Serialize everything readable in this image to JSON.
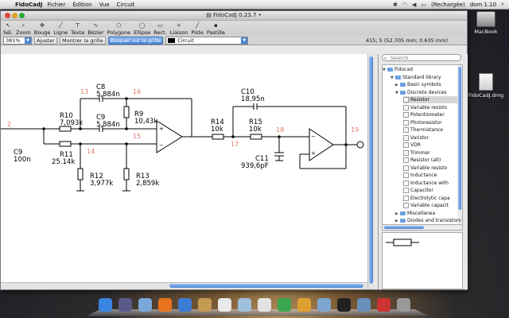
{
  "menubar": {
    "app_name": "FidoCadJ",
    "items": [
      "Fichier",
      "Édition",
      "Vue",
      "Circuit"
    ],
    "battery": "(Rechargée)",
    "clock": "dom 1.10"
  },
  "window": {
    "title": "FidoCadJ 0.23.7",
    "toolbar": [
      {
        "label": "Sél.",
        "icon": "pointer-icon"
      },
      {
        "label": "Zoom",
        "icon": "zoom-icon"
      },
      {
        "label": "Bouge",
        "icon": "move-icon"
      },
      {
        "label": "Ligne",
        "icon": "line-icon"
      },
      {
        "label": "Texte",
        "icon": "text-icon"
      },
      {
        "label": "Bézier",
        "icon": "bezier-icon"
      },
      {
        "label": "Polygone",
        "icon": "polygon-icon"
      },
      {
        "label": "Ellipse",
        "icon": "ellipse-icon"
      },
      {
        "label": "Rect.",
        "icon": "rectangle-icon"
      },
      {
        "label": "Liaison",
        "icon": "connection-icon"
      },
      {
        "label": "Piste",
        "icon": "track-icon"
      },
      {
        "label": "Pastille",
        "icon": "pad-icon"
      }
    ],
    "zoom_value": "381%",
    "fit_label": "Ajuster",
    "show_grid_label": "Montrer la grille",
    "snap_grid_label": "Bloquer sur la grille",
    "layer_value": "Circuit",
    "coordinates": "415; 5 (52.705 mm; 0.635 mm)"
  },
  "schematic": {
    "labels": [
      {
        "id": "c8",
        "text": "C8"
      },
      {
        "id": "c8v",
        "text": "5,884n"
      },
      {
        "id": "r10",
        "text": "R10"
      },
      {
        "id": "r10v",
        "text": "7,093k"
      },
      {
        "id": "c9",
        "text": "C9"
      },
      {
        "id": "c9v",
        "text": "5,884n"
      },
      {
        "id": "r9",
        "text": "R9"
      },
      {
        "id": "r9v",
        "text": "10,43k"
      },
      {
        "id": "c9l",
        "text": "C9"
      },
      {
        "id": "c9lv",
        "text": "100n"
      },
      {
        "id": "r11",
        "text": "R11"
      },
      {
        "id": "r11v",
        "text": "25.14k"
      },
      {
        "id": "r12",
        "text": "R12"
      },
      {
        "id": "r12v",
        "text": "3,977k"
      },
      {
        "id": "r13",
        "text": "R13"
      },
      {
        "id": "r13v",
        "text": "2,859k"
      },
      {
        "id": "r14",
        "text": "R14"
      },
      {
        "id": "r14v",
        "text": "10k"
      },
      {
        "id": "c10",
        "text": "C10"
      },
      {
        "id": "c10v",
        "text": "18,95n"
      },
      {
        "id": "r15",
        "text": "R15"
      },
      {
        "id": "r15v",
        "text": "10k"
      },
      {
        "id": "c11",
        "text": "C11"
      },
      {
        "id": "c11v",
        "text": "939,6pF"
      }
    ],
    "nodes": [
      "2",
      "13",
      "16",
      "14",
      "15",
      "17",
      "18",
      "19"
    ],
    "node_color": "#e07a6a"
  },
  "library": {
    "search_placeholder": "Search",
    "tree": [
      {
        "label": "Fidocad",
        "kind": "root"
      },
      {
        "label": "Standard library",
        "kind": "folder"
      },
      {
        "label": "Basic symbols",
        "kind": "folder"
      },
      {
        "label": "Discrete devices",
        "kind": "folder"
      },
      {
        "label": "Resistor",
        "kind": "leaf",
        "selected": true
      },
      {
        "label": "Variable resisto",
        "kind": "leaf"
      },
      {
        "label": "Potentiometer",
        "kind": "leaf"
      },
      {
        "label": "Photoresistor",
        "kind": "leaf"
      },
      {
        "label": "Thermistance",
        "kind": "leaf"
      },
      {
        "label": "Varistor",
        "kind": "leaf"
      },
      {
        "label": "VDR",
        "kind": "leaf"
      },
      {
        "label": "Trimmer",
        "kind": "leaf"
      },
      {
        "label": "Resistor (alt)",
        "kind": "leaf"
      },
      {
        "label": "Variable resisto",
        "kind": "leaf"
      },
      {
        "label": "Inductance",
        "kind": "leaf"
      },
      {
        "label": "Inductance with",
        "kind": "leaf"
      },
      {
        "label": "Capacitor",
        "kind": "leaf"
      },
      {
        "label": "Electrolytic capa",
        "kind": "leaf"
      },
      {
        "label": "Variable capacit",
        "kind": "leaf"
      },
      {
        "label": "Miscellanea",
        "kind": "folder"
      },
      {
        "label": "Diodes and transistors",
        "kind": "folder"
      }
    ]
  },
  "desktop": {
    "disk_label": "MacBook",
    "dmg_label": "FidoCadJ.dmg"
  },
  "dock": {
    "icons": [
      "finder-icon",
      "dashboard-icon",
      "mail-icon",
      "firefox-icon",
      "itunes-icon",
      "guitar-icon",
      "ical-icon",
      "preview-icon",
      "chess-icon",
      "app-icon",
      "app-icon",
      "app-icon",
      "terminal-icon",
      "photo-icon",
      "app-icon",
      "trash-icon"
    ],
    "colors": [
      "#3b84e0",
      "#5a5a8a",
      "#7aa6d8",
      "#e8731c",
      "#3c7bd4",
      "#c59b53",
      "#e9e9e9",
      "#9ec0dc",
      "#e2e2e2",
      "#3aa650",
      "#e0a030",
      "#7ea5d0",
      "#222222",
      "#6a8fb8",
      "#cc3333",
      "#999999"
    ]
  }
}
